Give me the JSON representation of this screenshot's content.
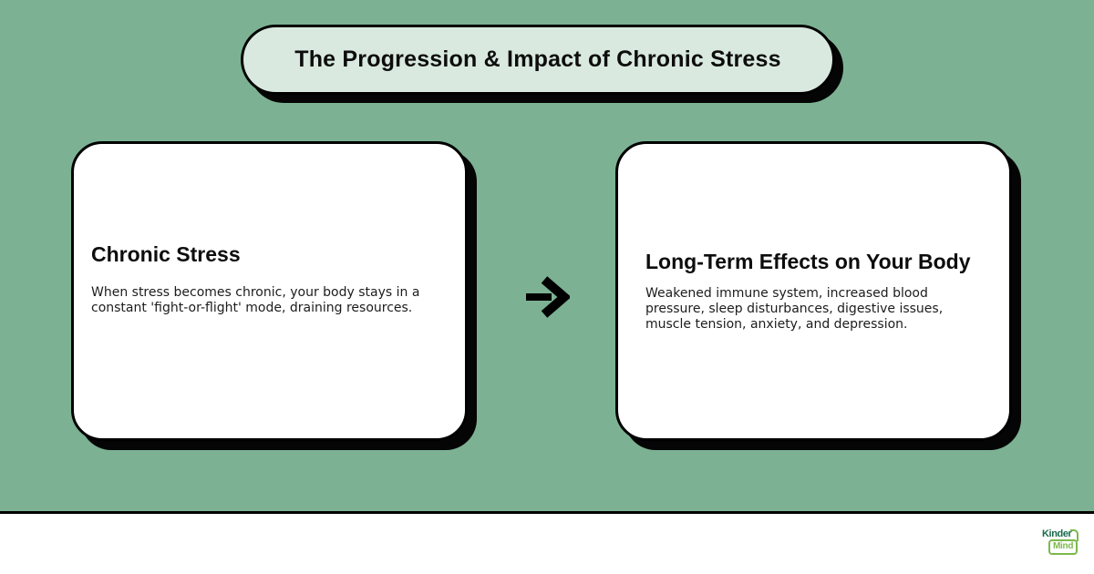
{
  "colors": {
    "background": "#7CB293",
    "banner_fill": "#D9E9DF",
    "card_fill": "#FFFFFF",
    "outline_and_shadow": "#000000",
    "logo_dark_green": "#186B4B",
    "logo_light_green": "#7CB94C"
  },
  "title_banner": {
    "text": "The Progression & Impact of Chronic Stress"
  },
  "cards": [
    {
      "heading": "Chronic Stress",
      "body": "When stress becomes chronic, your body stays in a constant 'fight-or-flight' mode, draining resources."
    },
    {
      "heading": "Long-Term Effects on Your Body",
      "body": "Weakened immune system, increased blood pressure, sleep disturbances, digestive issues, muscle tension, anxiety, and depression."
    }
  ],
  "arrow": {
    "icon": "right-arrow",
    "glyph": "→"
  },
  "footer": {
    "logo": {
      "line1": "Kinder",
      "line2": "Mind"
    }
  }
}
